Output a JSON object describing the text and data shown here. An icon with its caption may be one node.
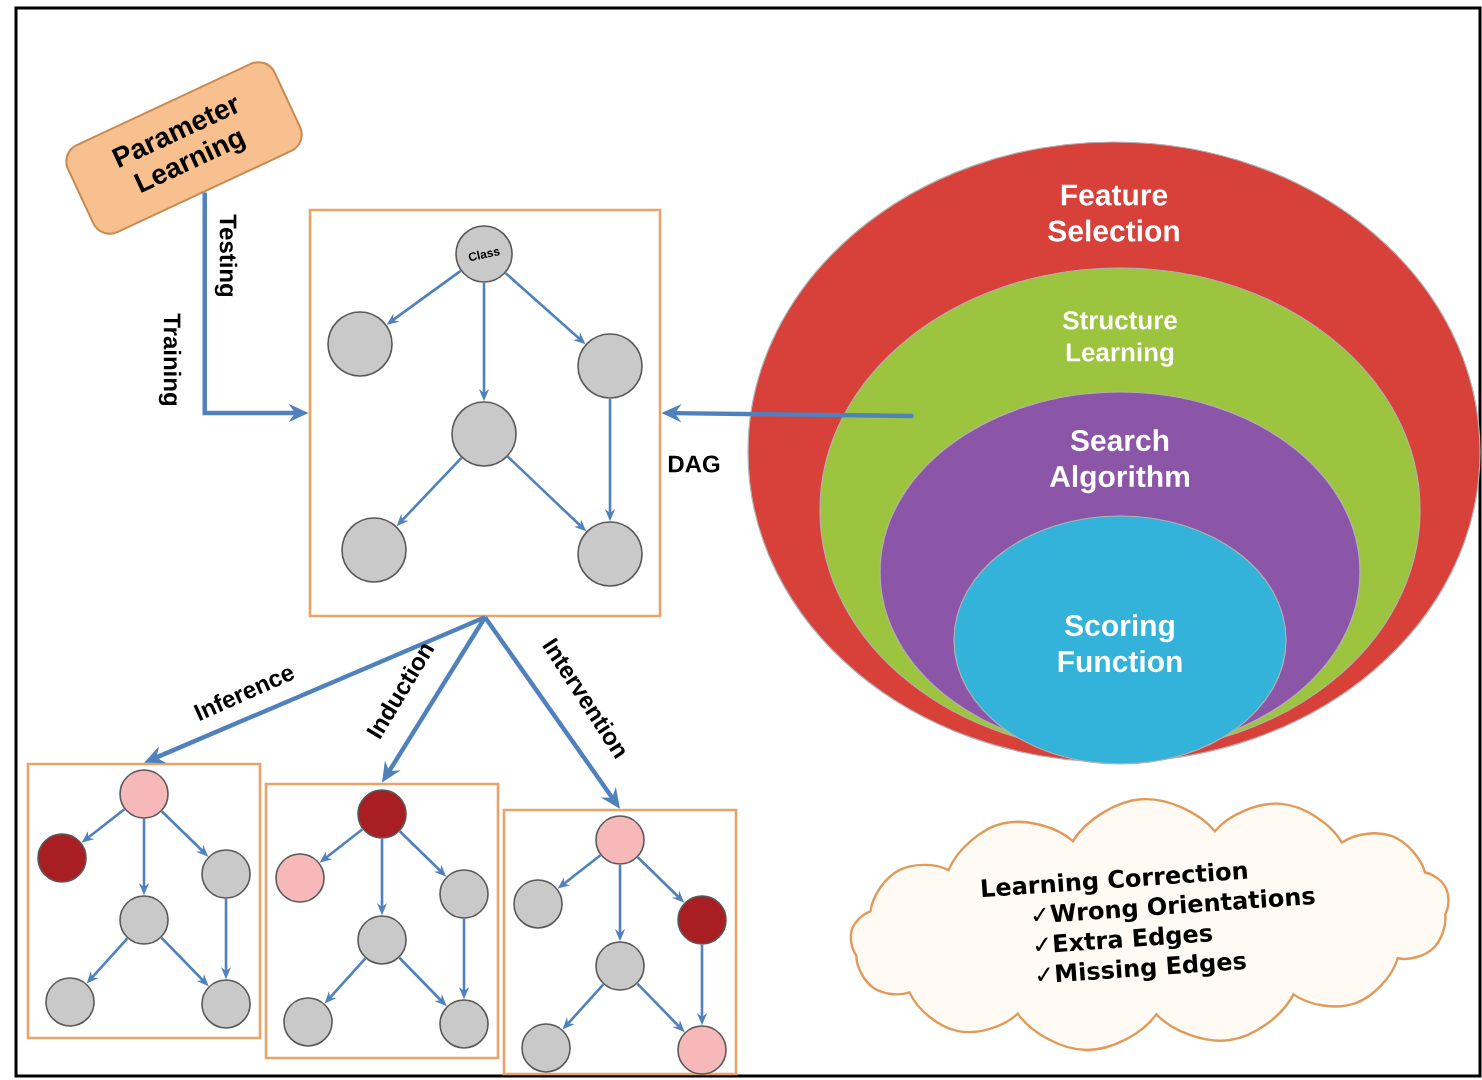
{
  "diagram": {
    "nodes": [
      {
        "text": [
          "Parameter Learning"
        ]
      },
      {
        "text": [],
        "shape": "box"
      },
      {
        "text": [
          "Class"
        ],
        "in": 1
      },
      {
        "text": [],
        "shape": "circle",
        "in": 1
      },
      {
        "text": [],
        "shape": "circle",
        "in": 1
      },
      {
        "text": [],
        "shape": "circle",
        "in": 1
      },
      {
        "text": [],
        "shape": "circle",
        "in": 1
      },
      {
        "text": [],
        "shape": "circle",
        "in": 1
      },
      {
        "text": [
          "Feature Selection"
        ]
      },
      {
        "text": [
          "Structure Learning"
        ],
        "in": 8
      },
      {
        "text": [
          "Search Algorithm"
        ],
        "in": 9
      },
      {
        "text": [
          "Scoring Function"
        ],
        "in": 10
      },
      {
        "text": [],
        "shape": "box"
      },
      {
        "text": [],
        "shape": "circle",
        "in": 12
      },
      {
        "text": [],
        "shape": "circle",
        "in": 12
      },
      {
        "text": [],
        "shape": "circle",
        "in": 12
      },
      {
        "text": [],
        "shape": "circle",
        "in": 12
      },
      {
        "text": [],
        "shape": "circle",
        "in": 12
      },
      {
        "text": [],
        "shape": "circle",
        "in": 12
      },
      {
        "text": [],
        "shape": "box"
      },
      {
        "text": [],
        "shape": "circle",
        "in": 19
      },
      {
        "text": [],
        "shape": "circle",
        "in": 19
      },
      {
        "text": [],
        "shape": "circle",
        "in": 19
      },
      {
        "text": [],
        "shape": "circle",
        "in": 19
      },
      {
        "text": [],
        "shape": "circle",
        "in": 19
      },
      {
        "text": [],
        "shape": "circle",
        "in": 19
      },
      {
        "text": [],
        "shape": "box"
      },
      {
        "text": [],
        "shape": "circle",
        "in": 26
      },
      {
        "text": [],
        "shape": "circle",
        "in": 26
      },
      {
        "text": [],
        "shape": "circle",
        "in": 26
      },
      {
        "text": [],
        "shape": "circle",
        "in": 26
      },
      {
        "text": [],
        "shape": "circle",
        "in": 26
      },
      {
        "text": [],
        "shape": "circle",
        "in": 26
      },
      {
        "text": [
          "Learning Correction",
          "✓Wrong Orientations",
          "✓Extra Edges",
          "✓Missing Edges"
        ]
      }
    ],
    "edges": [
      {
        "from": 0,
        "to": 1,
        "arrow": "to",
        "label": "Testing"
      },
      {
        "from": 9,
        "to": 1,
        "arrow": "to",
        "label": "DAG"
      },
      {
        "from": 2,
        "to": 3,
        "arrow": "to"
      },
      {
        "from": 2,
        "to": 5,
        "arrow": "to"
      },
      {
        "from": 2,
        "to": 4,
        "arrow": "to"
      },
      {
        "from": 5,
        "to": 6,
        "arrow": "to"
      },
      {
        "from": 5,
        "to": 7,
        "arrow": "to"
      },
      {
        "from": 4,
        "to": 7,
        "arrow": "to"
      },
      {
        "from": 1,
        "to": 12,
        "arrow": "to",
        "label": "Inference"
      },
      {
        "from": 1,
        "to": 19,
        "arrow": "to",
        "label": "Induction"
      },
      {
        "from": 1,
        "to": 26,
        "arrow": "to",
        "label": "Intervention"
      },
      {
        "from": 13,
        "to": 14,
        "arrow": "to"
      },
      {
        "from": 13,
        "to": 16,
        "arrow": "to"
      },
      {
        "from": 13,
        "to": 15,
        "arrow": "to"
      },
      {
        "from": 16,
        "to": 17,
        "arrow": "to"
      },
      {
        "from": 16,
        "to": 18,
        "arrow": "to"
      },
      {
        "from": 15,
        "to": 18,
        "arrow": "to"
      },
      {
        "from": 20,
        "to": 21,
        "arrow": "to"
      },
      {
        "from": 20,
        "to": 23,
        "arrow": "to"
      },
      {
        "from": 20,
        "to": 22,
        "arrow": "to"
      },
      {
        "from": 23,
        "to": 24,
        "arrow": "to"
      },
      {
        "from": 23,
        "to": 25,
        "arrow": "to"
      },
      {
        "from": 22,
        "to": 25,
        "arrow": "to"
      },
      {
        "from": 27,
        "to": 28,
        "arrow": "to"
      },
      {
        "from": 27,
        "to": 30,
        "arrow": "to"
      },
      {
        "from": 27,
        "to": 29,
        "arrow": "to"
      },
      {
        "from": 30,
        "to": 31,
        "arrow": "to"
      },
      {
        "from": 30,
        "to": 32,
        "arrow": "to"
      },
      {
        "from": 29,
        "to": 32,
        "arrow": "to"
      }
    ],
    "labels": [
      "Training"
    ]
  }
}
